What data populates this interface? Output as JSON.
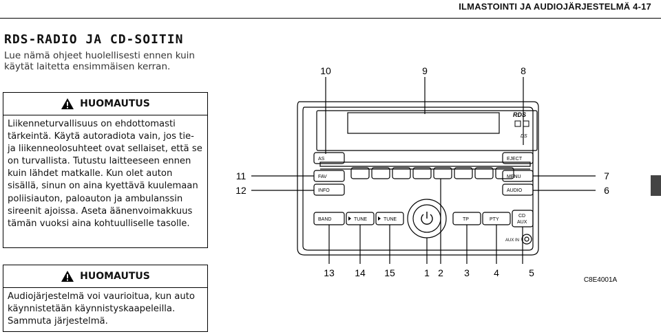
{
  "header": {
    "chapter": "ILMASTOINTI JA AUDIOJÄRJESTELMÄ 4-17"
  },
  "section": {
    "title": "RDS-RADIO JA CD-SOITIN",
    "intro": "Lue nämä ohjeet huolellisesti ennen kuin käytät laitetta ensimmäisen kerran."
  },
  "warnings": [
    {
      "heading": "HUOMAUTUS",
      "body": "Liikenneturvallisuus on ehdottomasti tärkeintä. Käytä autoradiota vain, jos tie- ja liikenneolosuhteet ovat sellaiset, että se on turvallista. Tutustu laitteeseen ennen kuin lähdet matkalle. Kun olet auton sisällä, sinun on aina kyettävä kuulemaan poliisiauton, paloauton ja ambulanssin sireenit ajoissa. Aseta äänenvoimakkuus tämän vuoksi aina kohtuulliselle tasolle."
    },
    {
      "heading": "HUOMAUTUS",
      "body": "Audiojärjestelmä voi vaurioitua, kun auto käynnistetään käynnistyskaapeleilla. Sammuta järjestelmä."
    }
  ],
  "figure": {
    "callouts_top": [
      "10",
      "9",
      "8"
    ],
    "callouts_left": [
      "11",
      "12"
    ],
    "callouts_right": [
      "7",
      "6"
    ],
    "callouts_bottom": [
      "13",
      "14",
      "15",
      "1",
      "2",
      "3",
      "4",
      "5"
    ],
    "code": "C8E4001A",
    "buttons": {
      "as": "AS",
      "fav": "FAV",
      "info": "INFO",
      "eject": "EJECT",
      "menu": "MENU",
      "audio": "AUDIO",
      "band": "BAND",
      "tune_down": "TUNE",
      "tune_up": "TUNE",
      "tp": "TP",
      "pty": "PTY",
      "cd": "CD",
      "aux": "AUX",
      "aux_in": "AUX IN"
    },
    "display_icons": [
      "rds-icon",
      "cd-icon",
      "ds-icon"
    ]
  }
}
